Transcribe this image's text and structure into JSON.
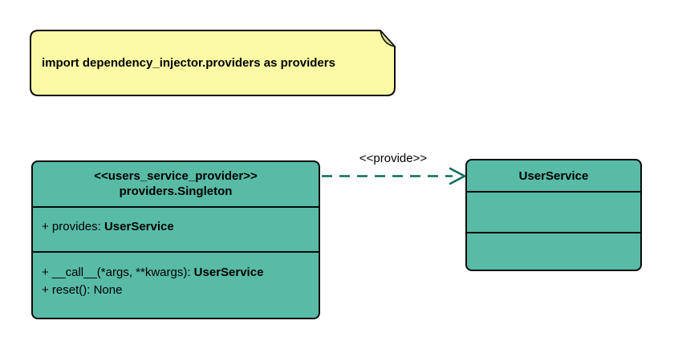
{
  "diagram": {
    "note": {
      "text": "import dependency_injector.providers as providers"
    },
    "provider_class": {
      "stereotype": "<<users_service_provider>>",
      "name": "providers.Singleton",
      "attribute": {
        "label": "+ provides: ",
        "type": "UserService"
      },
      "method_call": {
        "label": "+ __call__(*args, **kwargs): ",
        "type": "UserService"
      },
      "method_reset": {
        "label": "+ reset(): None"
      }
    },
    "service_class": {
      "name": "UserService"
    },
    "dependency": {
      "label": "<<provide>>"
    }
  },
  "colors": {
    "class-fill": "#58BBA6",
    "note-fill": "#FBFBA5",
    "note-fold": "#DCDC86",
    "arrow": "#0B6C59",
    "border": "#0a0a0a"
  }
}
